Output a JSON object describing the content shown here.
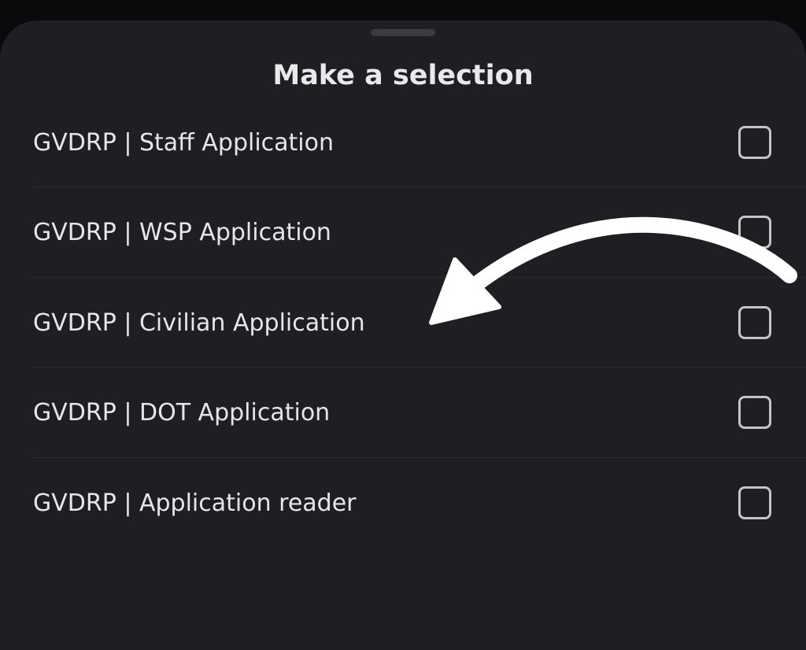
{
  "sheet": {
    "title": "Make a selection",
    "options": [
      {
        "label": "GVDRP | Staff Application",
        "checked": false
      },
      {
        "label": "GVDRP | WSP Application",
        "checked": false
      },
      {
        "label": "GVDRP | Civilian Application",
        "checked": false
      },
      {
        "label": "GVDRP | DOT Application",
        "checked": false
      },
      {
        "label": "GVDRP | Application reader",
        "checked": false
      }
    ]
  },
  "annotation": {
    "icon": "curved-arrow-icon",
    "color": "#ffffff"
  }
}
